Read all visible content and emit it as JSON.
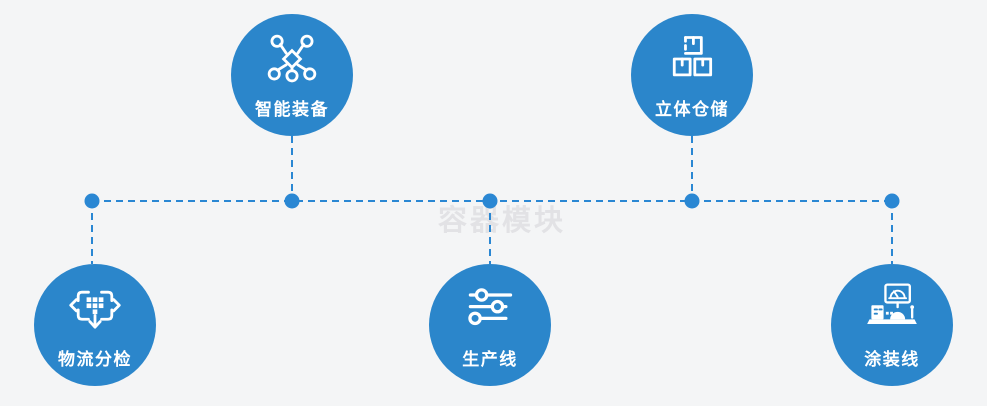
{
  "colors": {
    "bg": "#f4f5f6",
    "accent": "#2b86cb",
    "line": "#2a87d3",
    "watermark": "#e2e2e5",
    "icon_stroke": "#ffffff"
  },
  "watermark": {
    "text": "容器模块"
  },
  "diagram": {
    "type": "node-link",
    "description": "Five circular process nodes joined by a dashed bus line with junction dots"
  },
  "nodes": [
    {
      "id": "smart-equipment",
      "label": "智能装备",
      "icon": "network-nodes-icon",
      "row": "top"
    },
    {
      "id": "warehouse",
      "label": "立体仓储",
      "icon": "stacked-boxes-icon",
      "row": "top"
    },
    {
      "id": "logistics-sorting",
      "label": "物流分检",
      "icon": "crossroads-arrows-icon",
      "row": "bottom"
    },
    {
      "id": "production-line",
      "label": "生产线",
      "icon": "sliders-icon",
      "row": "bottom"
    },
    {
      "id": "painting-line",
      "label": "涂装线",
      "icon": "control-station-icon",
      "row": "bottom"
    }
  ]
}
